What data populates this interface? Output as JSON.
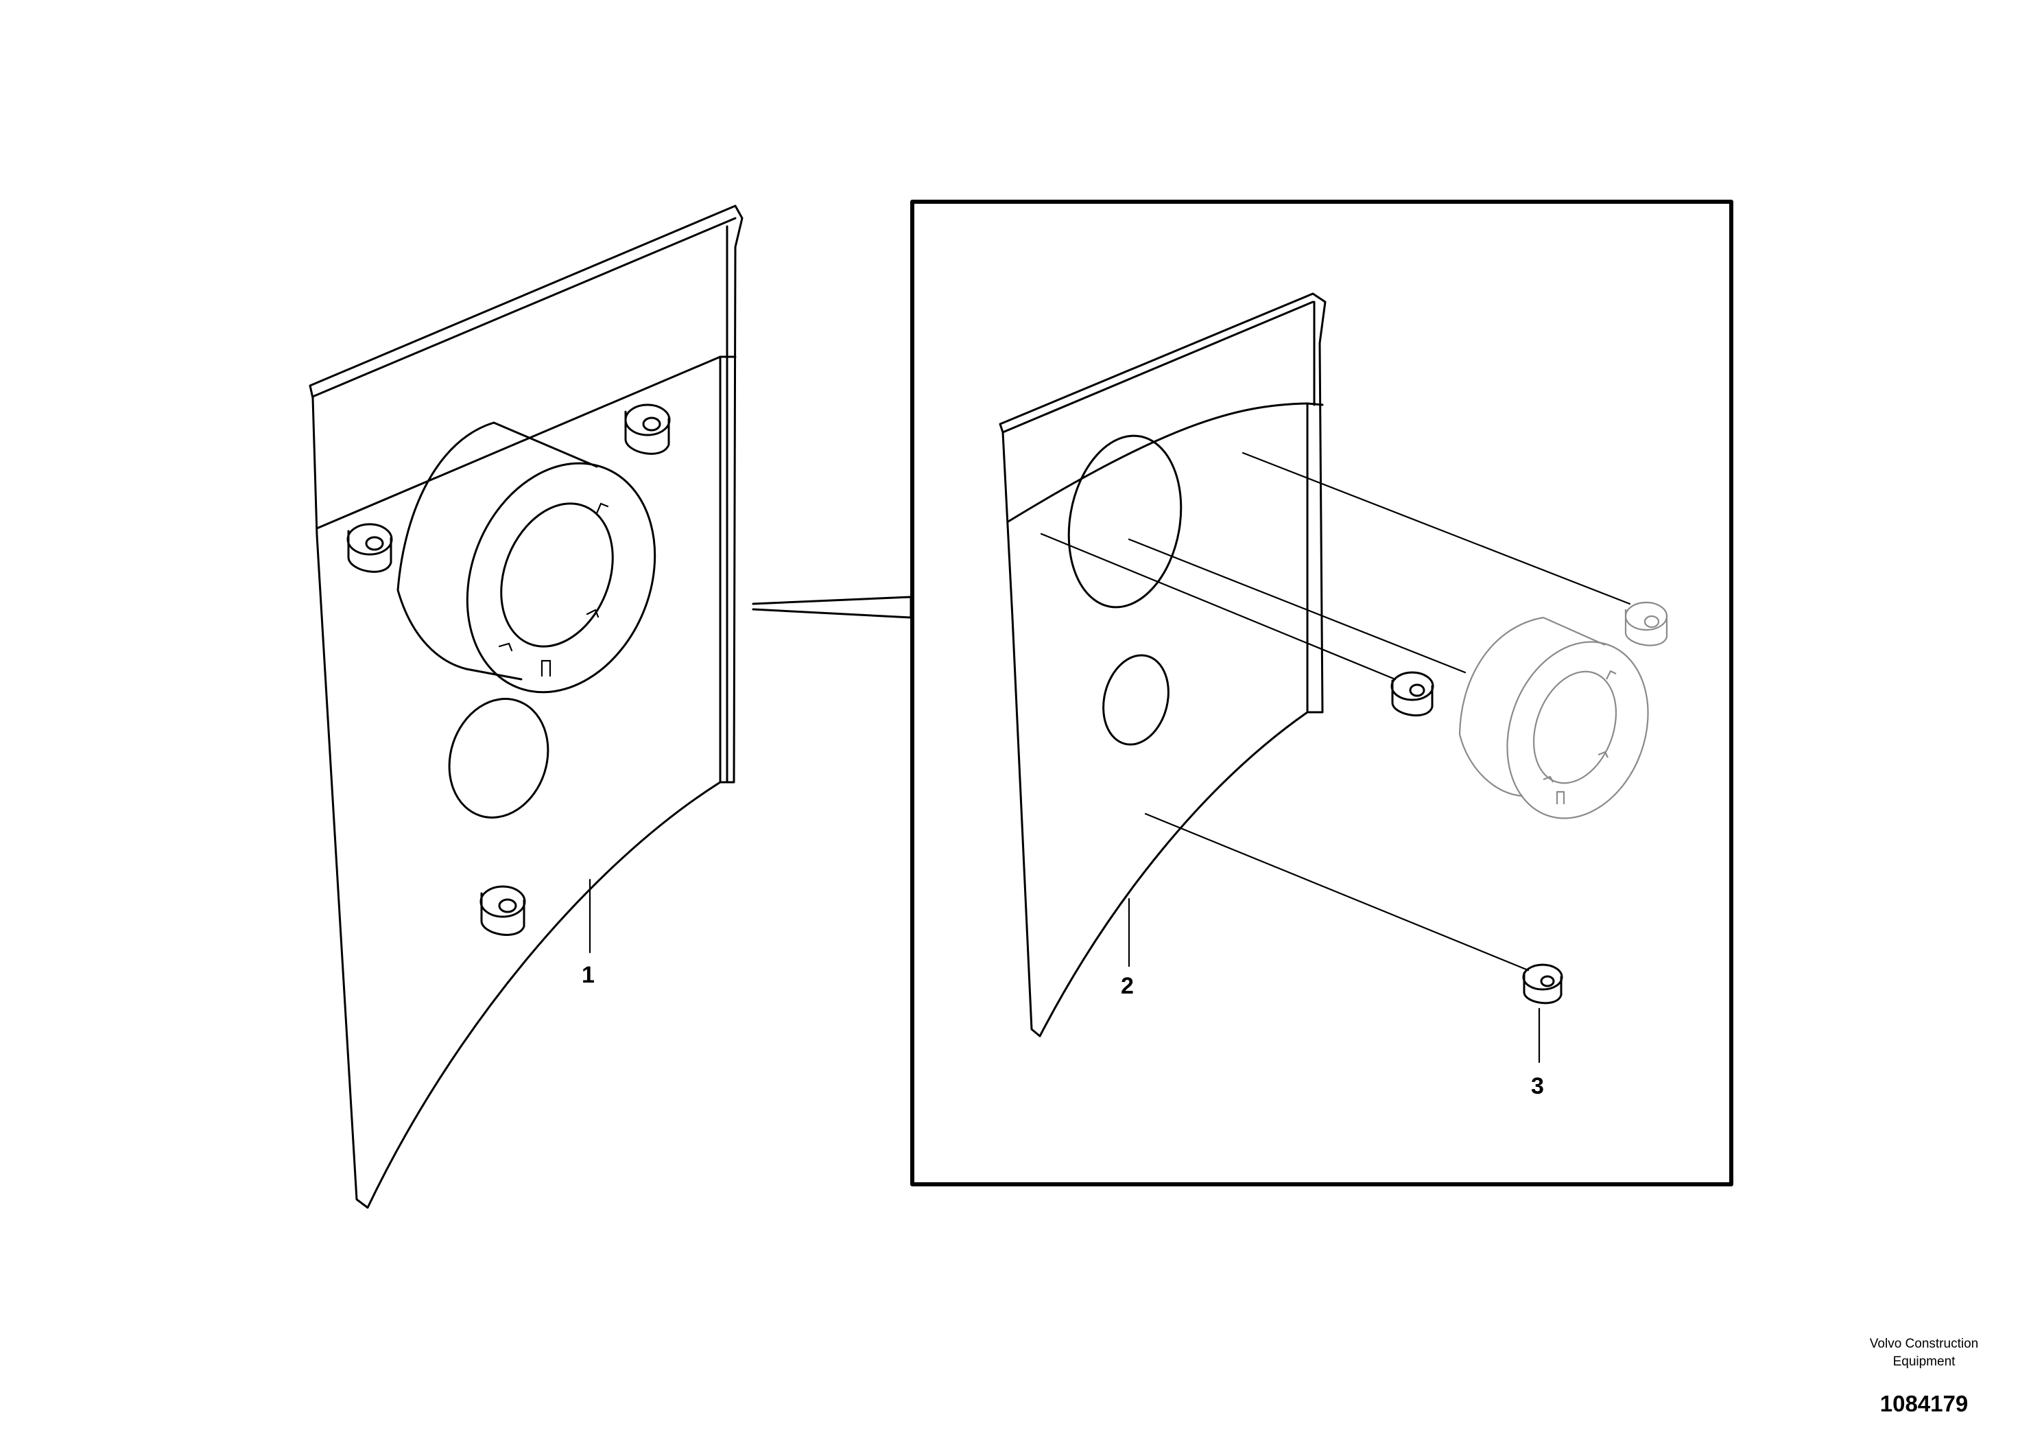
{
  "callouts": [
    {
      "id": "1",
      "label": "1"
    },
    {
      "id": "2",
      "label": "2"
    },
    {
      "id": "3",
      "label": "3"
    }
  ],
  "credit": {
    "company": "Volvo Construction Equipment",
    "drawing_number": "1084179"
  }
}
